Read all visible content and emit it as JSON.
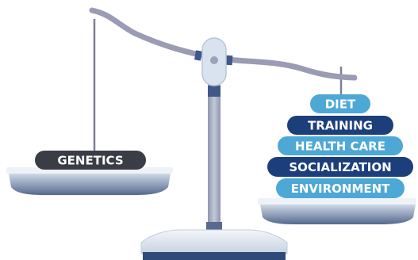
{
  "left_pan": {
    "label": "GENETICS"
  },
  "right_pan": {
    "labels": [
      "DIET",
      "TRAINING",
      "HEALTH CARE",
      "SOCIALIZATION",
      "ENVIRONMENT"
    ]
  },
  "colors": {
    "beam": "#9b9bb5",
    "pan_top": "#e9f0f5",
    "pan_bottom": "#5d7296",
    "pillar": "#b0b6cc",
    "base": "#2f4a79",
    "dark_pill": "#3a3d45",
    "light_blue_pill": "#4ea8d6",
    "dark_blue_pill": "#1c3f7c"
  }
}
